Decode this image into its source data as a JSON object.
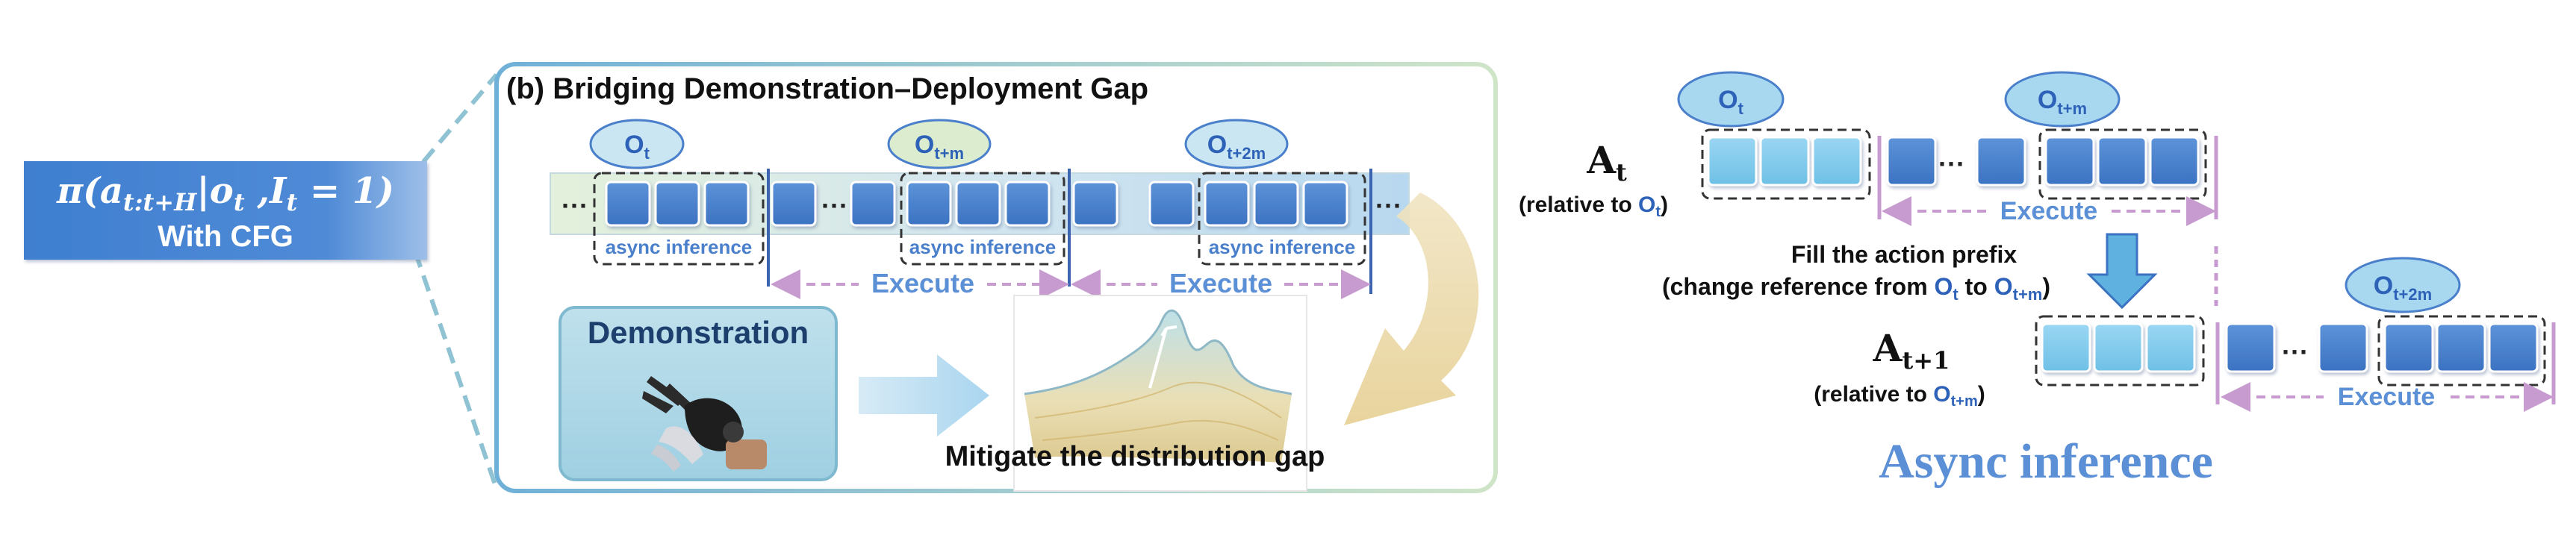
{
  "policy": {
    "formula": "π(a",
    "formula_sub": "t:t+H",
    "formula_mid": "|o",
    "formula_sub2": "t",
    "formula_mid2": " ,I",
    "formula_sub3": "t",
    "formula_end": " = 1)",
    "cfg_label": "With CFG"
  },
  "panel_b": {
    "title": "(b) Bridging Demonstration–Deployment Gap",
    "ellipse_labels": [
      {
        "base": "O",
        "sub": "t"
      },
      {
        "base": "O",
        "sub": "t+m"
      },
      {
        "base": "O",
        "sub": "t+2m"
      }
    ],
    "ellipsis": "···",
    "async_label": "async inference",
    "execute_label": "Execute",
    "demo_label": "Demonstration",
    "mitigate_label": "Mitigate the distribution gap"
  },
  "panel_c": {
    "ellipse_ot": {
      "base": "O",
      "sub": "t"
    },
    "ellipse_otm": {
      "base": "O",
      "sub": "t+m"
    },
    "ellipse_ot2m": {
      "base": "O",
      "sub": "t+2m"
    },
    "at_label": {
      "base": "A",
      "sub": "t"
    },
    "at_rel": "(relative to ",
    "at_rel_base": "O",
    "at_rel_sub": "t",
    "at_rel_close": ")",
    "at1_label": {
      "base": "A",
      "sub": "t+1"
    },
    "at1_rel": "(relative to ",
    "at1_rel_base": "O",
    "at1_rel_sub": "t+m",
    "at1_rel_close": ")",
    "fill_line1": "Fill the action prefix",
    "fill_line2_a": "(change reference from ",
    "fill_line2_o1": "O",
    "fill_line2_s1": "t",
    "fill_line2_b": " to ",
    "fill_line2_o2": "O",
    "fill_line2_s2": "t+m",
    "fill_line2_c": ")",
    "ellipsis": "···",
    "execute_label": "Execute",
    "title": "Async inference"
  },
  "colors": {
    "dark_blue": "#4a7fcb",
    "light_blue": "#7ec6ea",
    "purple": "#c79bd0",
    "title_blue": "#5b8fd6",
    "sub_blue": "#2e62b8"
  }
}
